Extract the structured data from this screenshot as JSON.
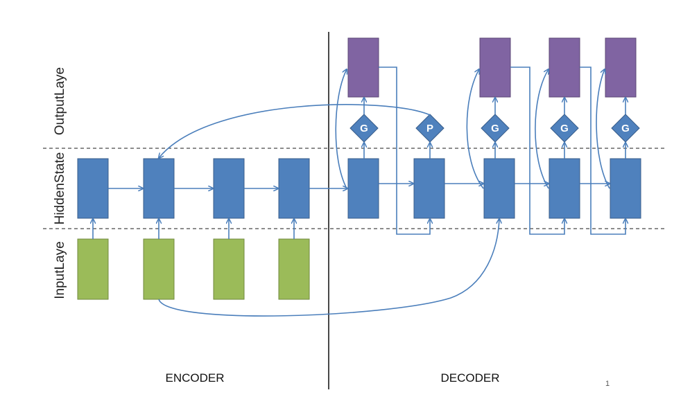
{
  "layer_labels": {
    "output": "OutputLaye",
    "hidden": "HiddenState",
    "input": "InputLaye"
  },
  "sections": {
    "encoder": "ENCODER",
    "decoder": "DECODER"
  },
  "gates": [
    "G",
    "P",
    "G",
    "G",
    "G"
  ],
  "page_number": "1",
  "colors": {
    "hidden": "#4f81bd",
    "input": "#9bbb59",
    "output": "#8064a2",
    "gate": "#4f81bd",
    "arrow": "#4a7ebb",
    "divider": "#333333",
    "dashed": "#666666"
  }
}
